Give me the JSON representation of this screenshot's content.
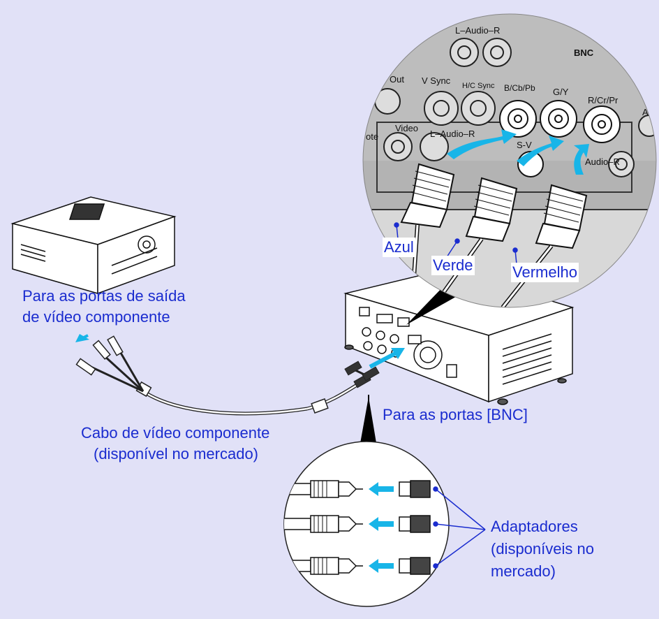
{
  "labels": {
    "source_ports": "Para as portas de saída",
    "source_ports_2": "de vídeo componente",
    "cable": "Cabo de vídeo componente",
    "cable_2": "(disponível no mercado)",
    "bnc_ports": "Para as portas  [BNC]",
    "blue": "Azul",
    "green": "Verde",
    "red": "Vermelho",
    "adapters": "Adaptadores",
    "adapters_2": "(disponíveis no",
    "adapters_3": "mercado)"
  },
  "panel": {
    "l_audio_r_top": "L–Audio–R",
    "bnc": "BNC",
    "out": "Out",
    "v_sync": "V Sync",
    "hc_sync": "H/C Sync",
    "b_cb_pb": "B/Cb/Pb",
    "g_y": "G/Y",
    "r_cr_pr": "R/Cr/Pr",
    "video": "Video",
    "l_audio_r_mid": "L–Audio–R",
    "s_video": "S-V",
    "audio_r": "Audio–R",
    "ote": "ote",
    "au": "Au"
  },
  "colors": {
    "background": "#e1e1f7",
    "label_text": "#1a2ccf",
    "arrow": "#18b5e8"
  }
}
